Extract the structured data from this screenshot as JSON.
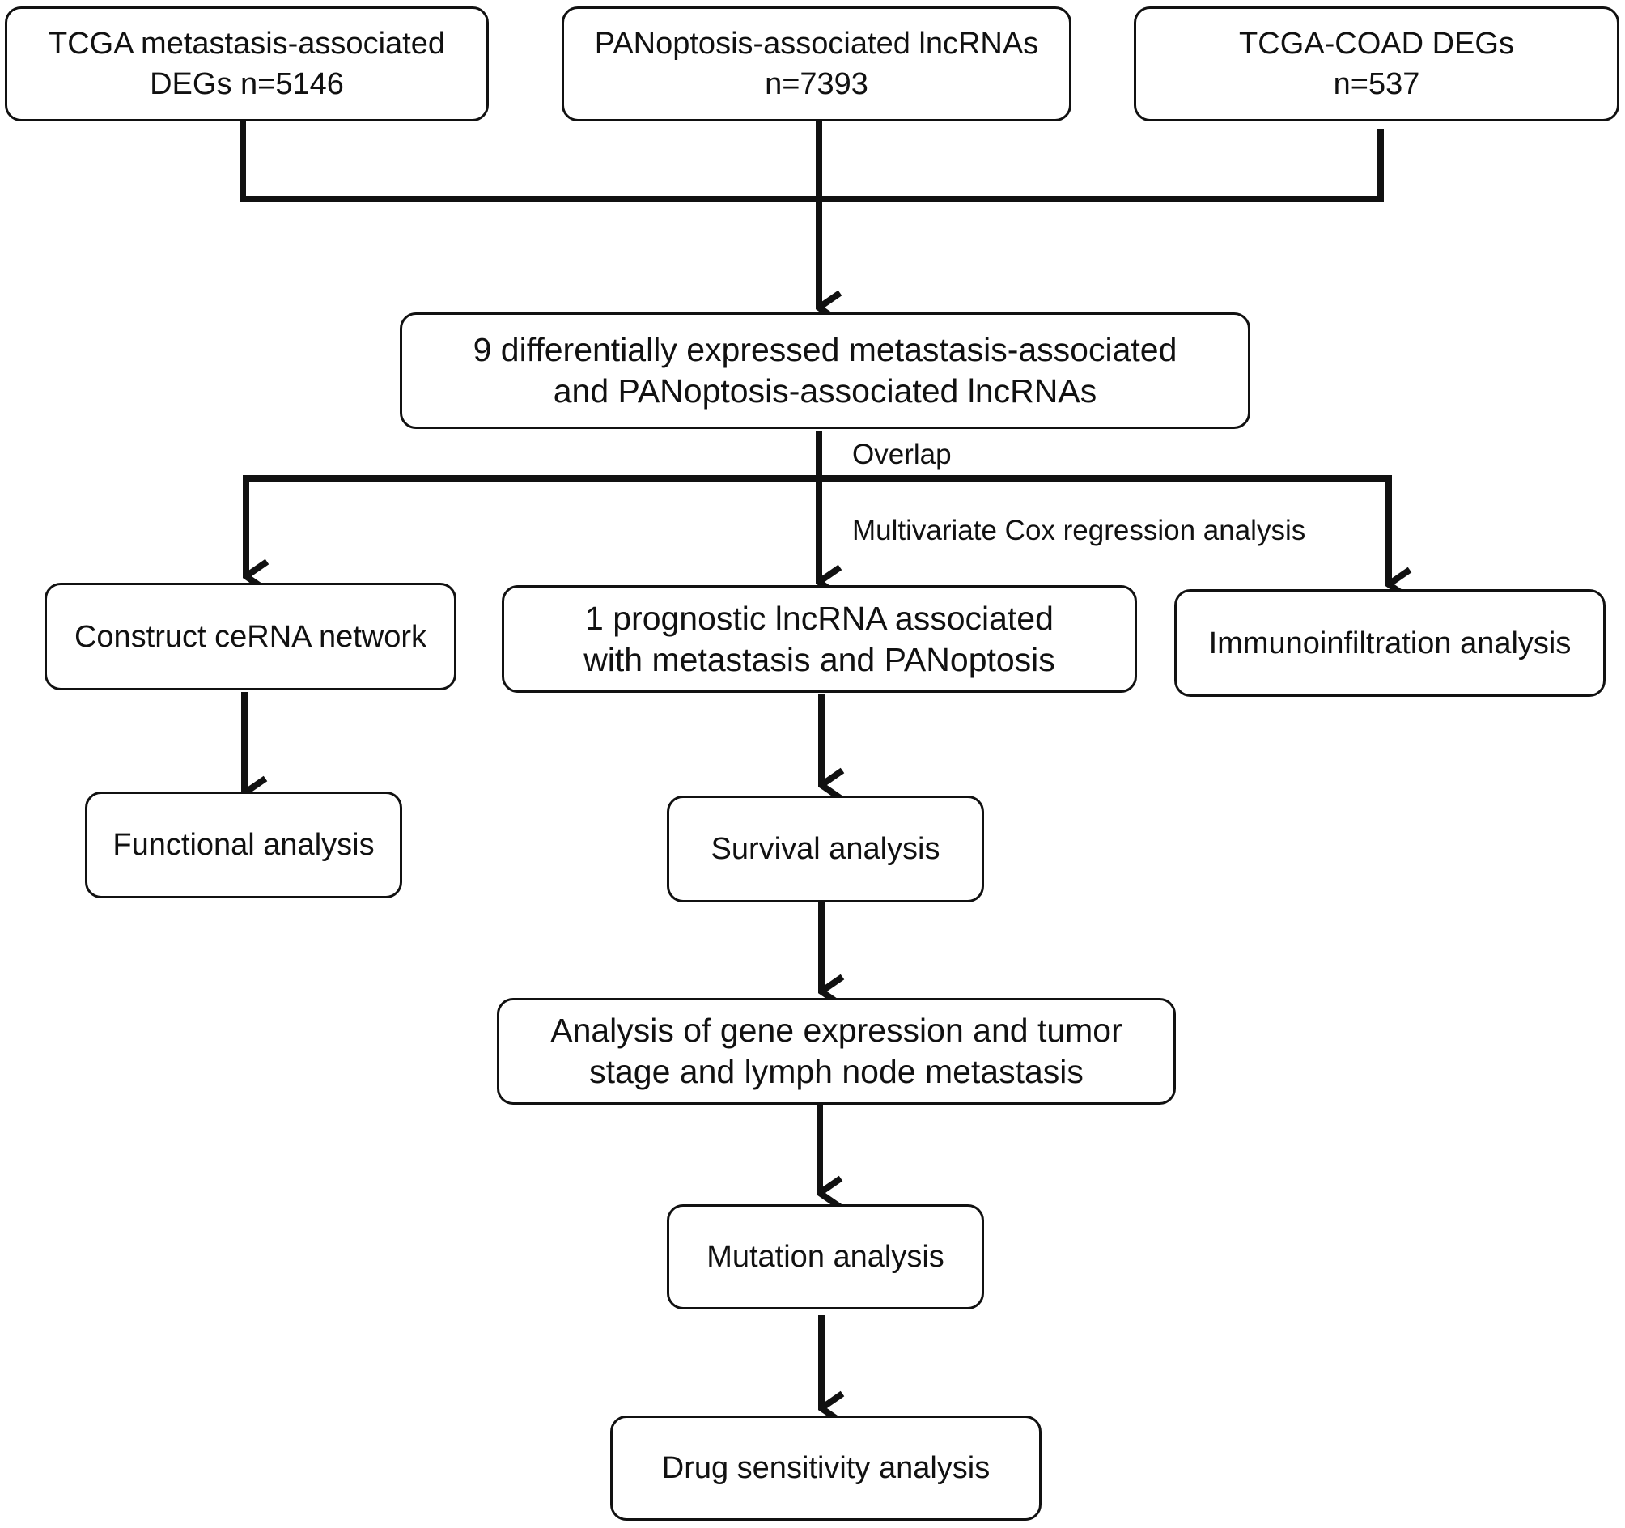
{
  "diagram": {
    "sources": [
      {
        "id": "tcga-metastasis",
        "text": "TCGA metastasis-associated\nDEGs n=5146"
      },
      {
        "id": "panoptosis-lncrnas",
        "text": "PANoptosis-associated lncRNAs\nn=7393"
      },
      {
        "id": "tcga-coad",
        "text": "TCGA-COAD DEGs\nn=537"
      }
    ],
    "overlap_node": {
      "text": "9  differentially expressed metastasis-associated\nand PANoptosis-associated lncRNAs"
    },
    "edge_labels": {
      "overlap": "Overlap",
      "cox": "Multivariate Cox regression analysis"
    },
    "branches": {
      "left": "Construct ceRNA network",
      "left_next": "Functional analysis",
      "center": "1 prognostic lncRNA associated\nwith metastasis and PANoptosis",
      "right": "Immunoinfiltration analysis"
    },
    "pipeline": [
      "Survival analysis",
      "Analysis of gene expression and tumor\nstage and lymph node metastasis",
      "Mutation analysis",
      "Drug sensitivity analysis"
    ],
    "style": {
      "line_color": "#111111",
      "box_border": "#111111",
      "background": "#ffffff"
    }
  }
}
